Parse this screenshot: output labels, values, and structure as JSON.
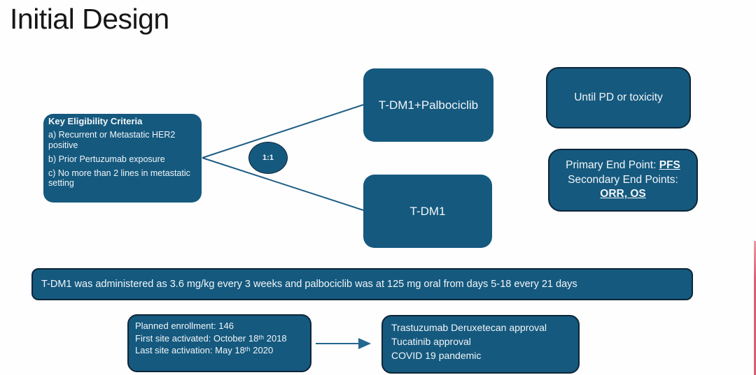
{
  "slide": {
    "title": "Initial Design",
    "eligibility": {
      "header": "Key Eligibility Criteria",
      "items": [
        "a) Recurrent or Metastatic HER2 positive",
        "b) Prior Pertuzumab exposure",
        "c) No more than 2 lines in metastatic setting"
      ]
    },
    "randomization_ratio": "1:1",
    "arms": [
      {
        "label": "T-DM1+Palbociclib"
      },
      {
        "label": "T-DM1"
      }
    ],
    "duration_label": "Until PD or toxicity",
    "endpoints": {
      "primary_label": "Primary End Point: ",
      "primary_value": "PFS",
      "secondary_label": "Secondary End Points:",
      "secondary_value": "ORR, OS"
    },
    "dosing_note": "T-DM1 was administered as 3.6 mg/kg every 3 weeks and palbociclib was at 125 mg oral from days 5-18 every 21 days",
    "enrollment": {
      "lines": [
        "Planned enrollment: 146",
        "First site activated: October 18ᵗʰ 2018",
        "Last site activation: May 18ᵗʰ 2020"
      ]
    },
    "context_events": {
      "lines": [
        "Trastuzumab Deruxetecan approval",
        "Tucatinib approval",
        "COVID 19 pandemic"
      ]
    },
    "colors": {
      "box_fill": "#15597E",
      "box_border": "#0D2638",
      "flow_line": "#1E5E85",
      "arrow": "#24678F",
      "text_on_box": "#F2F6F9",
      "title_text": "#171717",
      "right_edge_line": "#D95F70",
      "background": "#FEFEFE"
    }
  }
}
